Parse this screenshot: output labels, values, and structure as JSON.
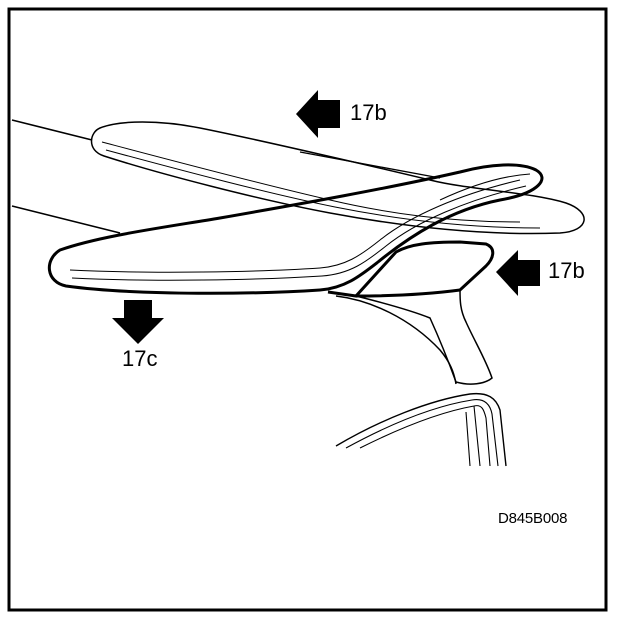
{
  "diagram": {
    "callouts": {
      "top_arrow": "17b",
      "right_arrow": "17b",
      "bottom_arrow": "17c"
    },
    "figure_code": "D845B008",
    "colors": {
      "line": "#000000",
      "background": "#ffffff",
      "arrow_fill": "#000000"
    }
  }
}
